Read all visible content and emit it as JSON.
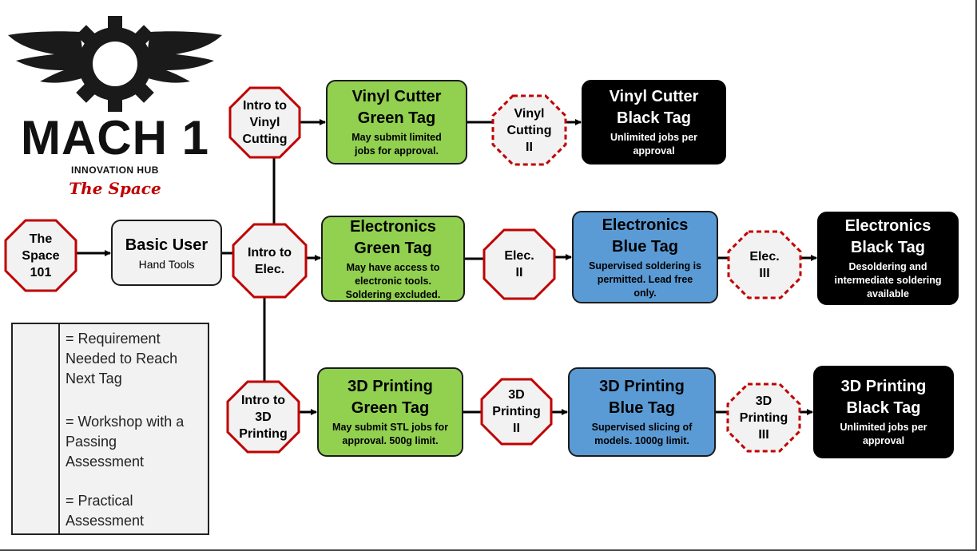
{
  "logo": {
    "name": "MACH 1",
    "subtitle": "INNOVATION HUB",
    "tagline": "The Space"
  },
  "colors": {
    "green": "#92d050",
    "blue": "#5b9bd5",
    "black": "#000000",
    "requirement_red": "#c00000",
    "light_gray": "#f2f2f2"
  },
  "nodes": {
    "space101": {
      "label": "The\nSpace\n101"
    },
    "basic_user": {
      "title": "Basic User",
      "desc": "Hand Tools"
    },
    "intro_vinyl": {
      "label": "Intro to\nVinyl\nCutting"
    },
    "intro_elec": {
      "label": "Intro to\nElec."
    },
    "intro_3d": {
      "label": "Intro to\n3D\nPrinting"
    },
    "vinyl_green": {
      "title": "Vinyl Cutter\nGreen Tag",
      "desc": "May submit limited\njobs for approval."
    },
    "vinyl_cutting_2": {
      "label": "Vinyl\nCutting\nII"
    },
    "vinyl_black": {
      "title": "Vinyl Cutter\nBlack Tag",
      "desc": "Unlimited jobs per\napproval"
    },
    "elec_green": {
      "title": "Electronics\nGreen Tag",
      "desc": "May have access to\nelectronic tools.\nSoldering excluded."
    },
    "elec_2": {
      "label": "Elec.\nII"
    },
    "elec_blue": {
      "title": "Electronics\nBlue Tag",
      "desc": "Supervised soldering is\npermitted. Lead free\nonly."
    },
    "elec_3": {
      "label": "Elec.\nIII"
    },
    "elec_black": {
      "title": "Electronics\nBlack Tag",
      "desc": "Desoldering and\nintermediate soldering\navailable"
    },
    "print_green": {
      "title": "3D Printing\nGreen Tag",
      "desc": "May submit STL jobs for\napproval. 500g limit."
    },
    "print_2": {
      "label": "3D\nPrinting\nII"
    },
    "print_blue": {
      "title": "3D Printing\nBlue Tag",
      "desc": "Supervised slicing of\nmodels. 1000g limit."
    },
    "print_3": {
      "label": "3D\nPrinting\nIII"
    },
    "print_black": {
      "title": "3D Printing\nBlack Tag",
      "desc": "Unlimited jobs per\napproval"
    }
  },
  "legend": {
    "requirement": "= Requirement\nNeeded to Reach\nNext Tag",
    "workshop": "= Workshop with  a\nPassing\nAssessment",
    "practical": "= Practical\nAssessment"
  }
}
